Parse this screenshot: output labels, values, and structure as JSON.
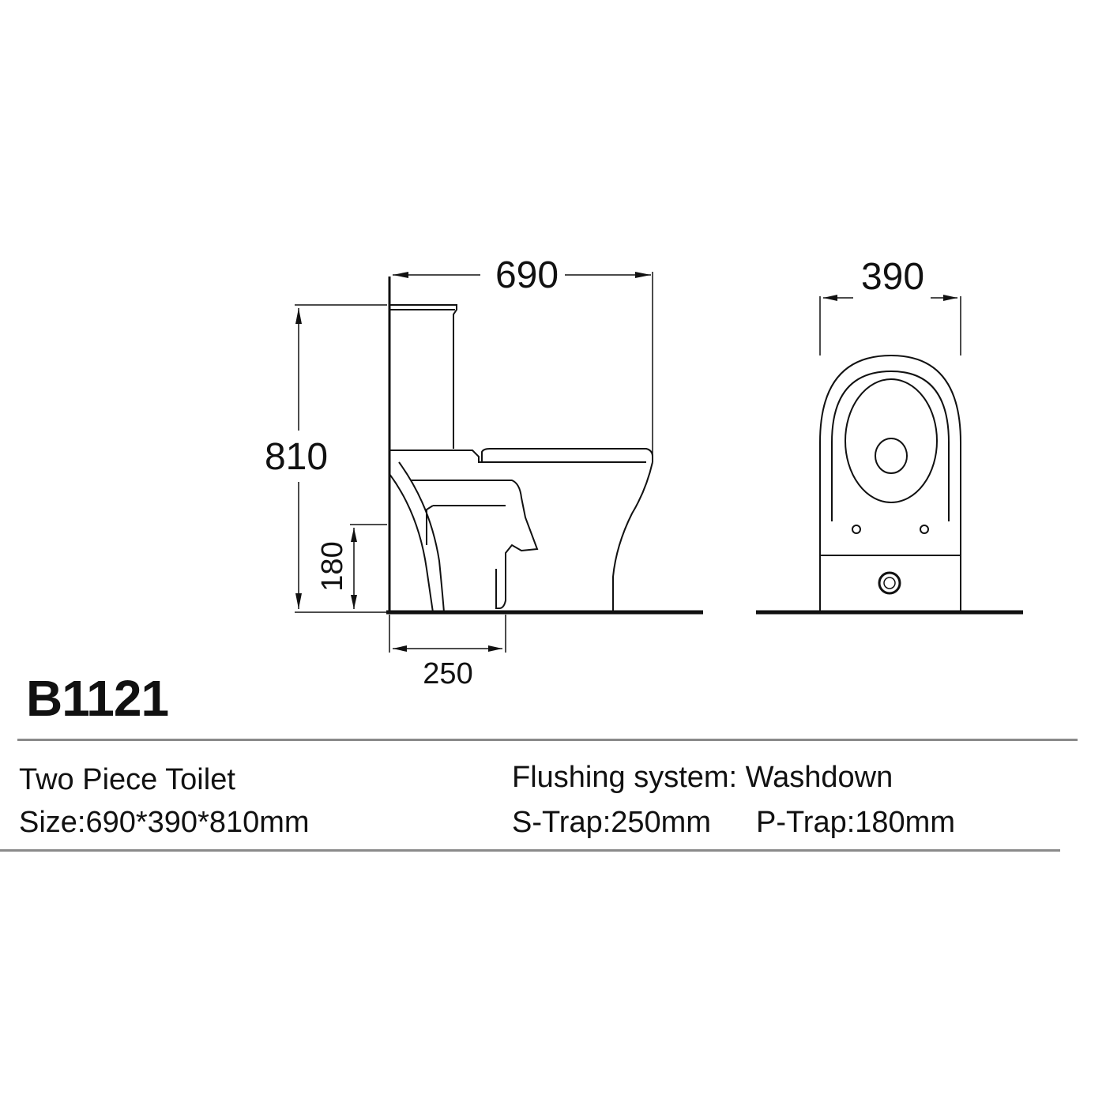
{
  "model": "B1121",
  "dimensions": {
    "length": "690",
    "width": "390",
    "height": "810",
    "p_trap_height": "180",
    "s_trap_distance": "250"
  },
  "specs": {
    "product_type": "Two Piece Toilet",
    "size": "Size:690*390*810mm",
    "flushing_system": "Flushing system: Washdown",
    "s_trap": "S-Trap:250mm",
    "p_trap": "P-Trap:180mm"
  },
  "colors": {
    "line": "#111111",
    "rule": "#8a8a8a"
  }
}
